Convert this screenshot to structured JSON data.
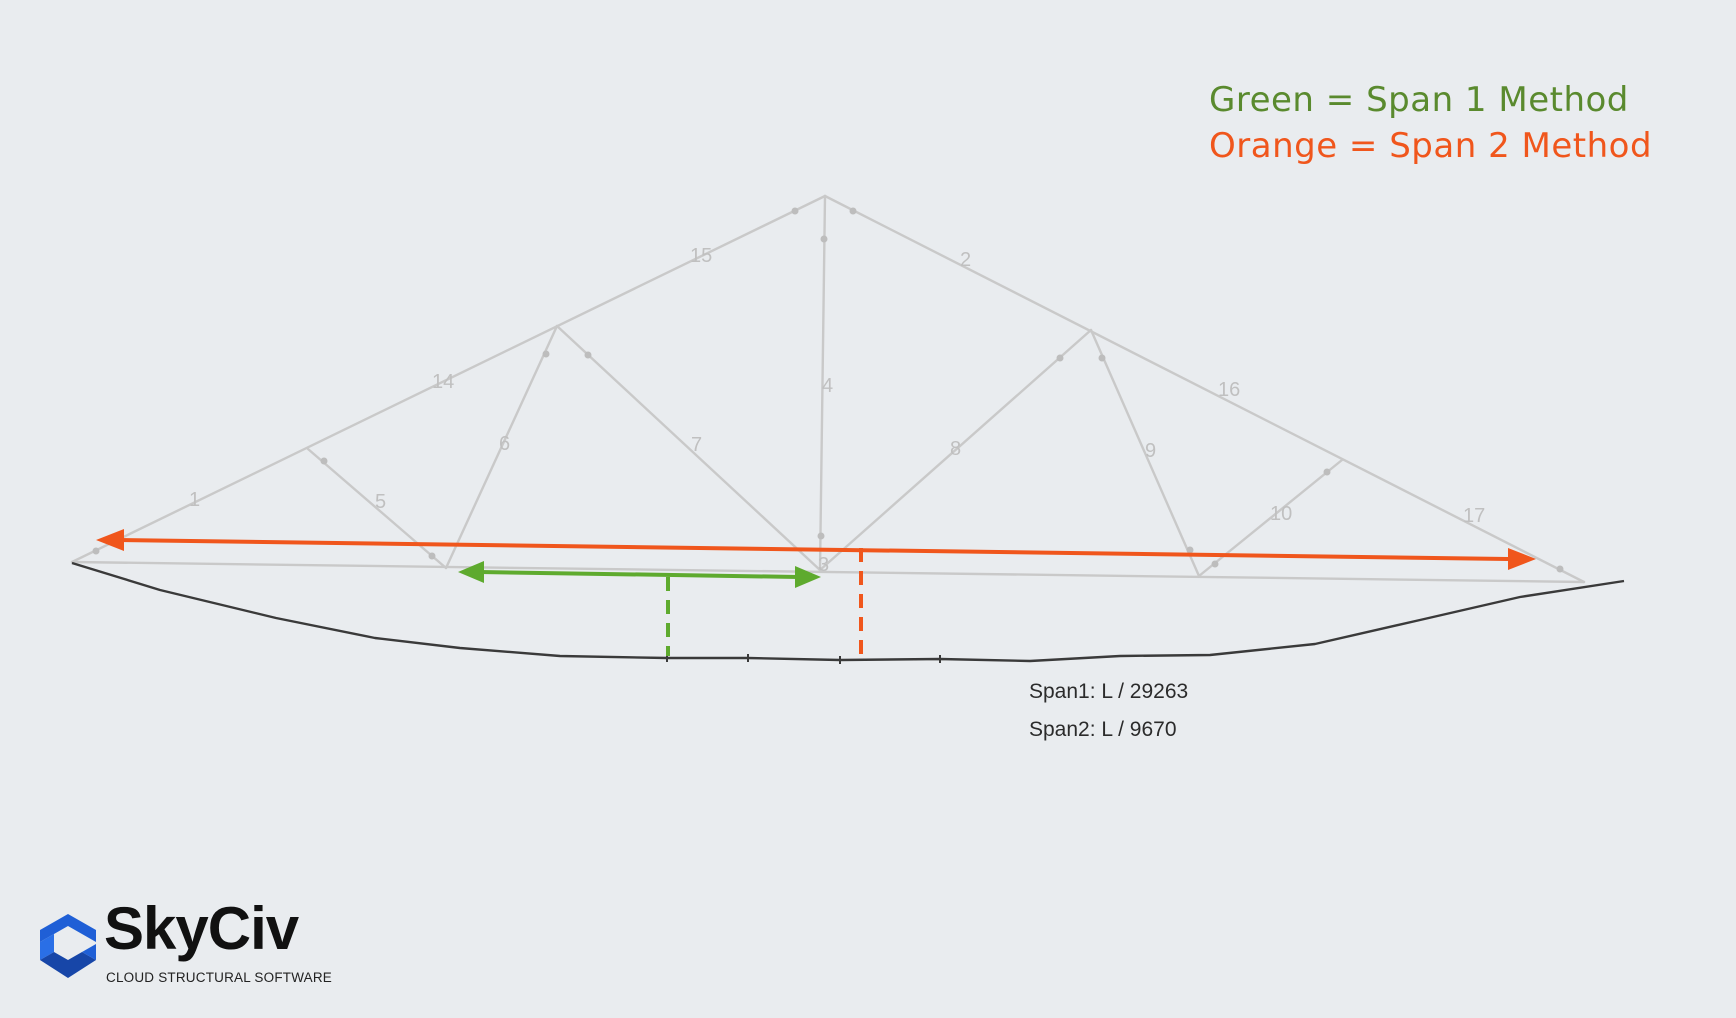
{
  "legend": {
    "green_text": "Green = Span 1 Method",
    "orange_text": "Orange = Span 2 Method"
  },
  "results": {
    "span1": "Span1: L / 29263",
    "span2": "Span2: L / 9670"
  },
  "member_labels": [
    "1",
    "2",
    "3",
    "4",
    "5",
    "6",
    "7",
    "8",
    "9",
    "10",
    "14",
    "15",
    "16",
    "17"
  ],
  "colors": {
    "background": "#e9ecef",
    "truss_member": "#c9c9c9",
    "member_label": "#c0c0c0",
    "deflection_curve": "#3a3a3a",
    "span1_green": "#5eaa2e",
    "span2_orange": "#f0561c",
    "legend_green": "#5a8a2e",
    "legend_orange": "#f0561c",
    "logo_blue": "#1f5fd6"
  },
  "logo": {
    "name": "SkyCiv",
    "tagline": "CLOUD STRUCTURAL SOFTWARE",
    "icon": "skyciv-hexagon-logo-icon"
  }
}
